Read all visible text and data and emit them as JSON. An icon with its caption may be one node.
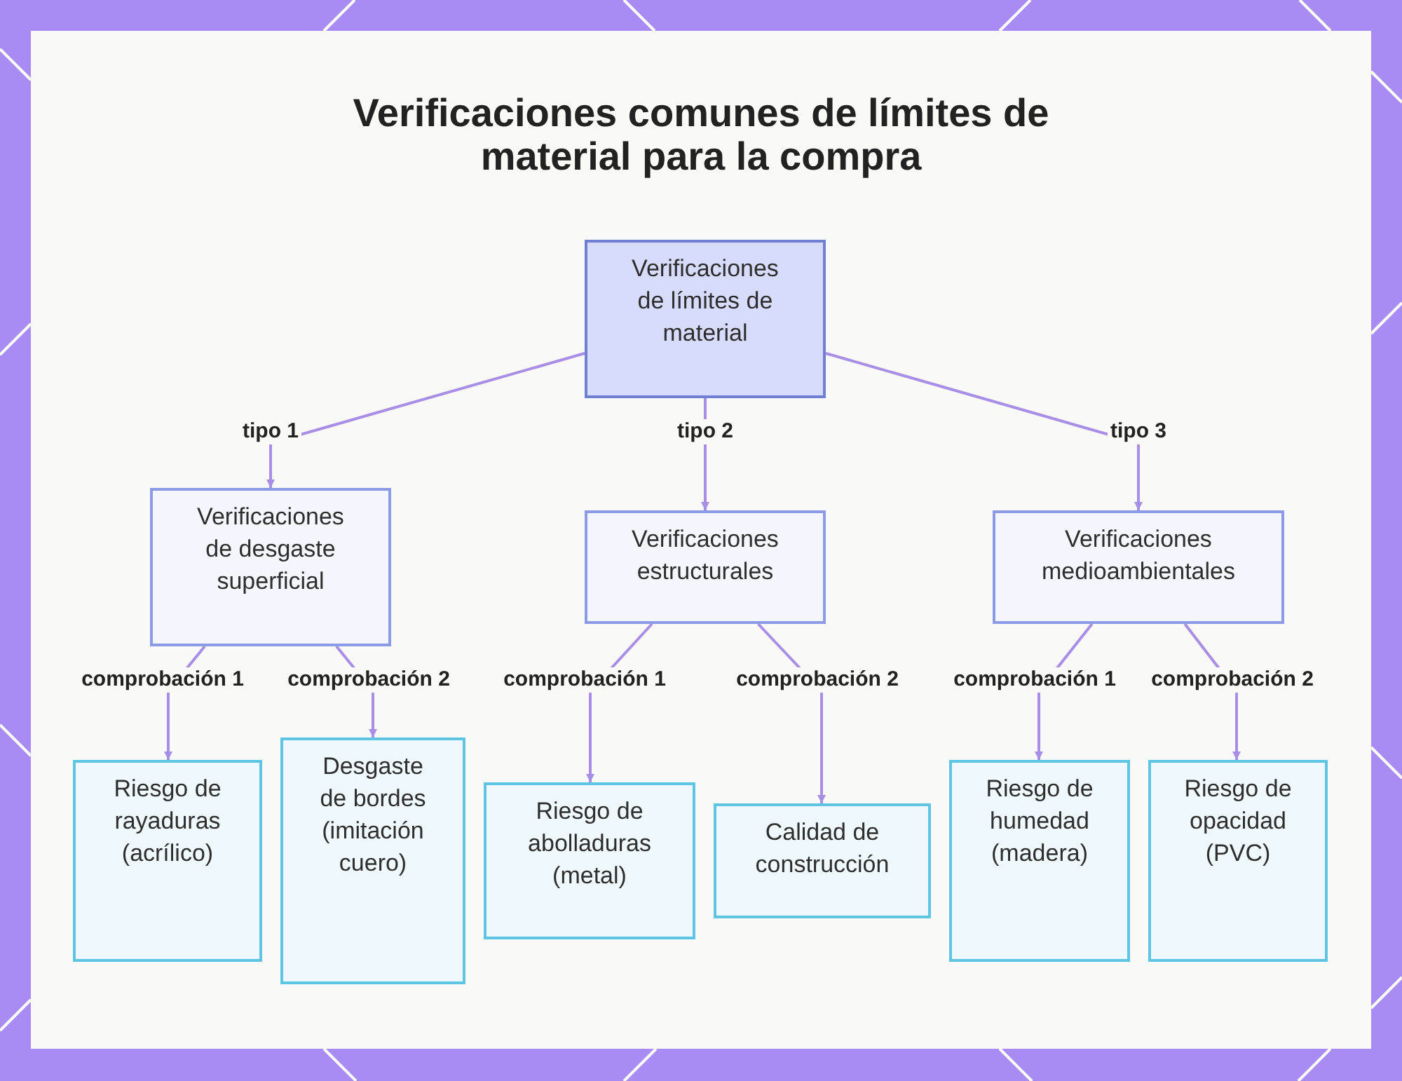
{
  "diagram": {
    "title": "Verificaciones comunes de límites de material para la compra",
    "nodes": [
      {
        "text": [
          "Verificaciones de límites de material"
        ]
      },
      {
        "text": [
          "Verificaciones de desgaste superficial"
        ]
      },
      {
        "text": [
          "Verificaciones estructurales"
        ]
      },
      {
        "text": [
          "Verificaciones medioambientales"
        ]
      },
      {
        "text": [
          "Riesgo de rayaduras (acrílico)"
        ]
      },
      {
        "text": [
          "Desgaste de bordes (imitación cuero)"
        ]
      },
      {
        "text": [
          "Riesgo de abolladuras (metal)"
        ]
      },
      {
        "text": [
          "Calidad de construcción"
        ]
      },
      {
        "text": [
          "Riesgo de humedad (madera)"
        ]
      },
      {
        "text": [
          "Riesgo de opacidad (PVC)"
        ]
      }
    ],
    "edges": [
      {
        "from": 0,
        "to": 1,
        "arrow": "to",
        "label": "tipo 1"
      },
      {
        "from": 0,
        "to": 2,
        "arrow": "to",
        "label": "tipo 2"
      },
      {
        "from": 0,
        "to": 3,
        "arrow": "to",
        "label": "tipo 3"
      },
      {
        "from": 1,
        "to": 4,
        "arrow": "to",
        "label": "comprobación 1"
      },
      {
        "from": 1,
        "to": 5,
        "arrow": "to",
        "label": "comprobación 2"
      },
      {
        "from": 2,
        "to": 6,
        "arrow": "to",
        "label": "comprobación 1"
      },
      {
        "from": 2,
        "to": 7,
        "arrow": "to",
        "label": "comprobación 2"
      },
      {
        "from": 3,
        "to": 8,
        "arrow": "to",
        "label": "comprobación 1"
      },
      {
        "from": 3,
        "to": 9,
        "arrow": "to",
        "label": "comprobación 2"
      }
    ]
  }
}
